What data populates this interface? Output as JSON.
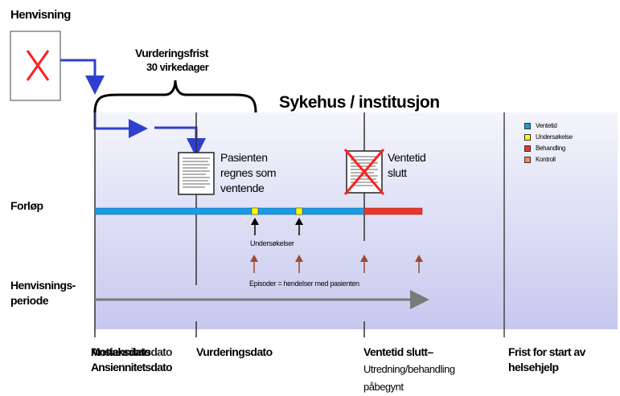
{
  "title": "Sykehus / institusjon",
  "henvisning_label": "Henvisning",
  "vurderingsfrist": {
    "line1": "Vurderingsfrist",
    "line2": "30 virkedager"
  },
  "pasienten_note": {
    "line1": "Pasienten",
    "line2": "regnes som",
    "line3": "ventende"
  },
  "ventetid_note": {
    "line1": "Ventetid",
    "line2": "slutt"
  },
  "row_labels": {
    "forlop": "Forløp",
    "henvisningsperiode_line1": "Henvisnings-",
    "henvisningsperiode_line2": "periode"
  },
  "undersokelser_label": "Undersøkelser",
  "episoder_label": "Episoder =  hendelser med pasienten",
  "legend": [
    {
      "label": "Ventetid",
      "color": "#1a9be6"
    },
    {
      "label": "Undersøkelse",
      "color": "#ffff00"
    },
    {
      "label": "Behandling",
      "color": "#e8382a"
    },
    {
      "label": "Kontroll",
      "color": "#f08a5d"
    }
  ],
  "bottom_labels": {
    "mottaksdato_a": "Mottaksdato",
    "mottaksdato_b": "Ansiennitetsdato",
    "vurderingsdato": "Vurderingsdato",
    "ventetid_slutt_1": "Ventetid slutt–",
    "ventetid_slutt_2": "Utredning/behandling",
    "ventetid_slutt_3": "påbegynt",
    "frist_1": "Frist for start  av",
    "frist_2": "helsehjelp"
  },
  "colors": {
    "panel_top": "#f4f5fb",
    "panel_bottom": "#c7c8ef",
    "arrow_blue": "#2e3fd0",
    "cross_red": "#ff2020",
    "episode_arrow": "#9b4a2f",
    "grey_arrow": "#7a7a7a"
  }
}
